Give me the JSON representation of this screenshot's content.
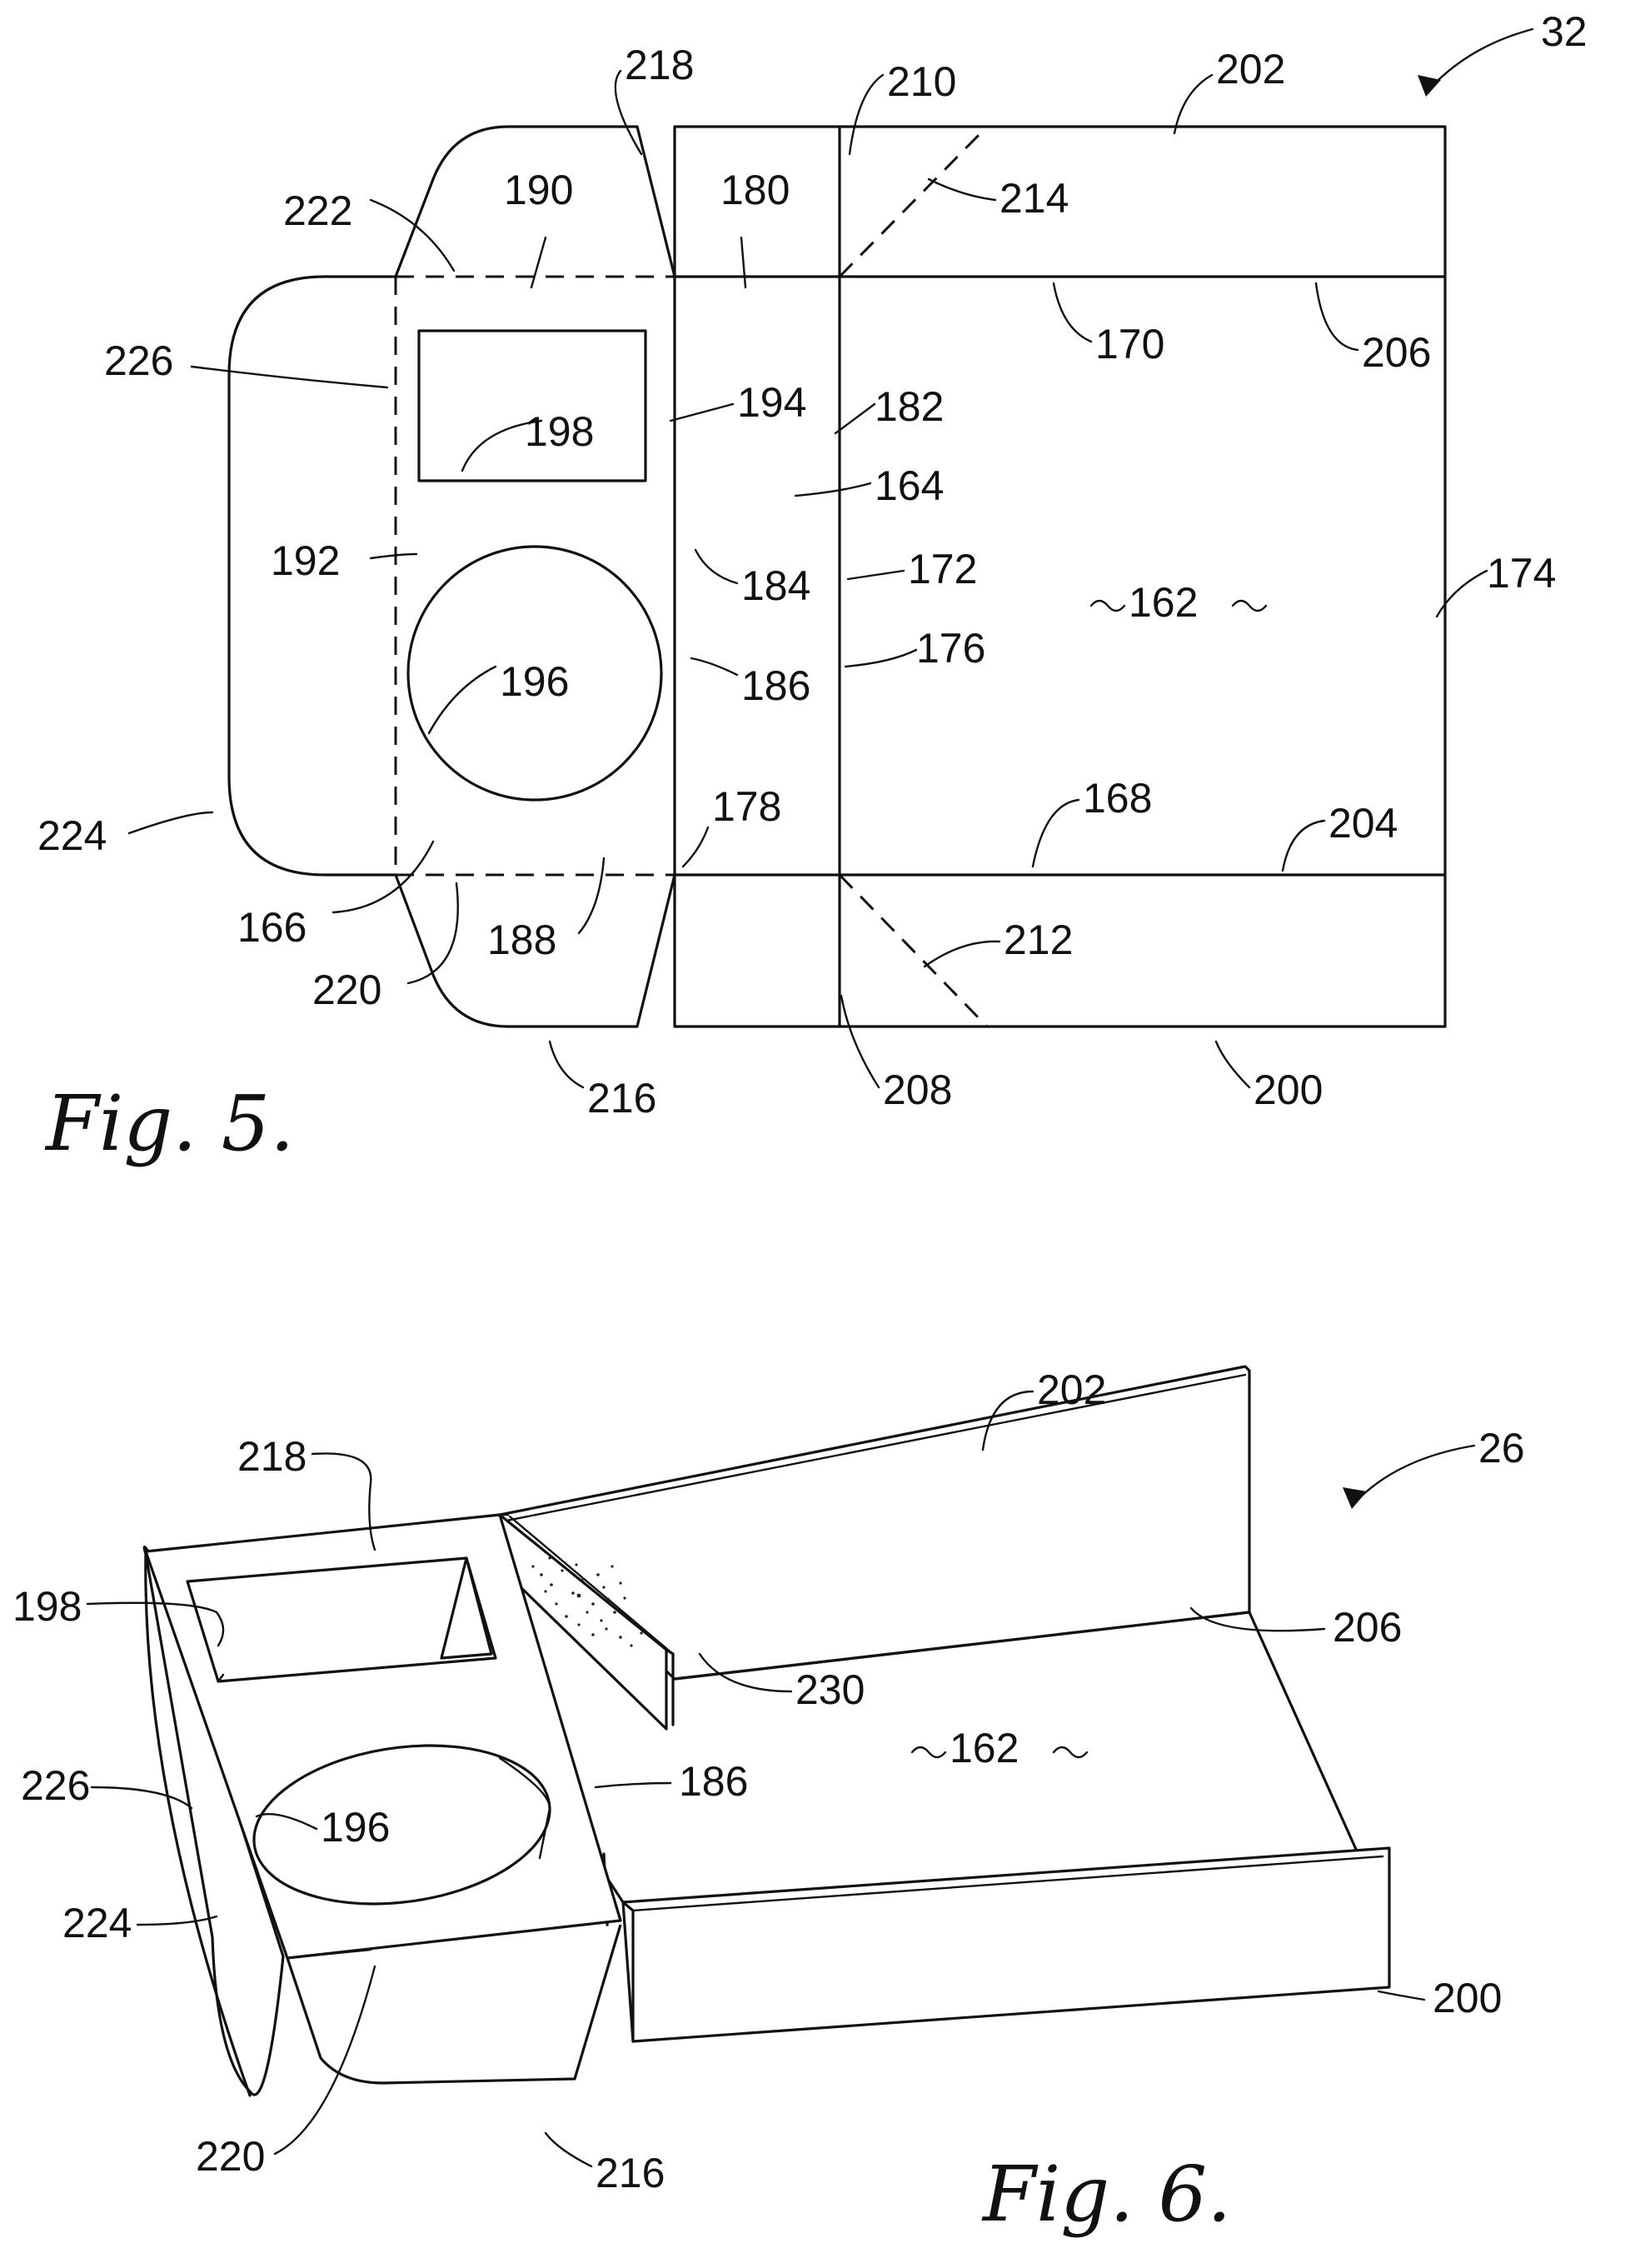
{
  "figure5": {
    "caption": "Fig. 5.",
    "ref_numeral": "32",
    "labels": [
      "218",
      "210",
      "202",
      "190",
      "180",
      "214",
      "222",
      "170",
      "206",
      "226",
      "194",
      "182",
      "198",
      "164",
      "192",
      "184",
      "172",
      "174",
      "162",
      "196",
      "186",
      "176",
      "178",
      "168",
      "204",
      "224",
      "166",
      "188",
      "212",
      "220",
      "216",
      "208",
      "200"
    ]
  },
  "figure6": {
    "caption": "Fig. 6.",
    "ref_numeral": "26",
    "labels": [
      "202",
      "218",
      "198",
      "206",
      "230",
      "162",
      "226",
      "186",
      "196",
      "224",
      "200",
      "220",
      "216"
    ]
  }
}
